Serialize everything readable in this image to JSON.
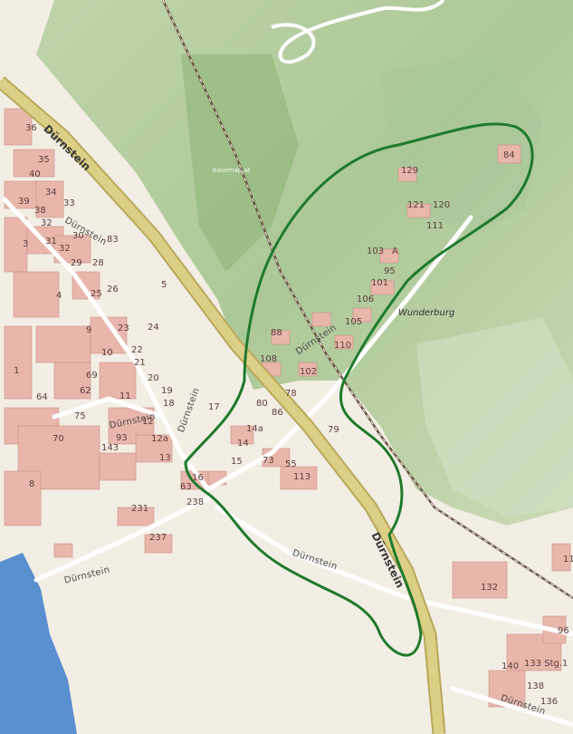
{
  "map": {
    "place_label": "Wunderburg",
    "watermark": "basemap.at",
    "highway_labels": [
      "Dürnstein",
      "Dürnstein"
    ],
    "street_labels": [
      "Dürnstein",
      "Dürnstein",
      "Dürnstein",
      "Dürnstein",
      "Dürnstein",
      "Dürnstein",
      "Dürnstein"
    ],
    "house_numbers": [
      "36",
      "35",
      "40",
      "39",
      "34",
      "33",
      "38",
      "32",
      "31",
      "30",
      "83",
      "3",
      "32",
      "29",
      "28",
      "25",
      "26",
      "5",
      "4",
      "9",
      "23",
      "24",
      "10",
      "22",
      "21",
      "69",
      "20",
      "1",
      "64",
      "62",
      "11",
      "19",
      "18",
      "75",
      "12",
      "70",
      "93",
      "143",
      "12a",
      "13",
      "8",
      "17",
      "16",
      "15",
      "14a",
      "14",
      "63",
      "238",
      "231",
      "237",
      "84",
      "129",
      "121",
      "120",
      "111",
      "103",
      "A",
      "95",
      "101",
      "106",
      "105",
      "88",
      "110",
      "108",
      "102",
      "78",
      "80",
      "86",
      "79",
      "73",
      "55",
      "113",
      "132",
      "11",
      "96",
      "133 Stg.1",
      "140",
      "138",
      "136"
    ],
    "colors": {
      "area_outline": "#1f7a2c",
      "highway": "#c9b86a",
      "forest": "#9fc48a",
      "water": "#5a8fd0",
      "building": "#e9b6ab",
      "railway": "#6b5846"
    }
  }
}
